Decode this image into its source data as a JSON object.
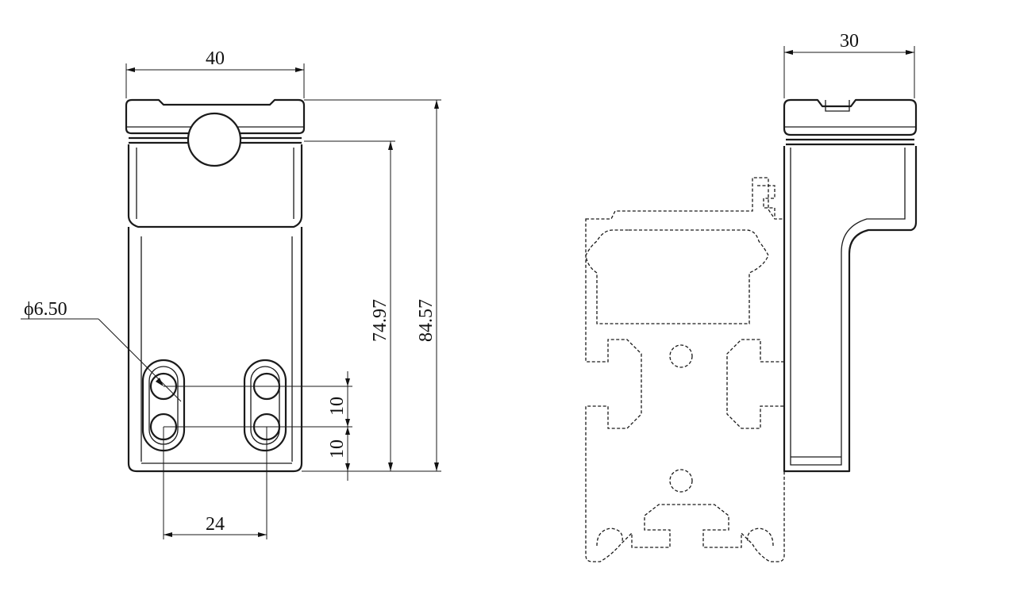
{
  "front_view": {
    "dim_width": "40",
    "dim_height_inner": "74.97",
    "dim_height_total": "84.57",
    "dim_hole_diameter": "ϕ6.50",
    "dim_slot_spacing_top": "10",
    "dim_slot_spacing_bottom": "10",
    "dim_slot_pitch": "24"
  },
  "side_view": {
    "dim_width": "30"
  }
}
